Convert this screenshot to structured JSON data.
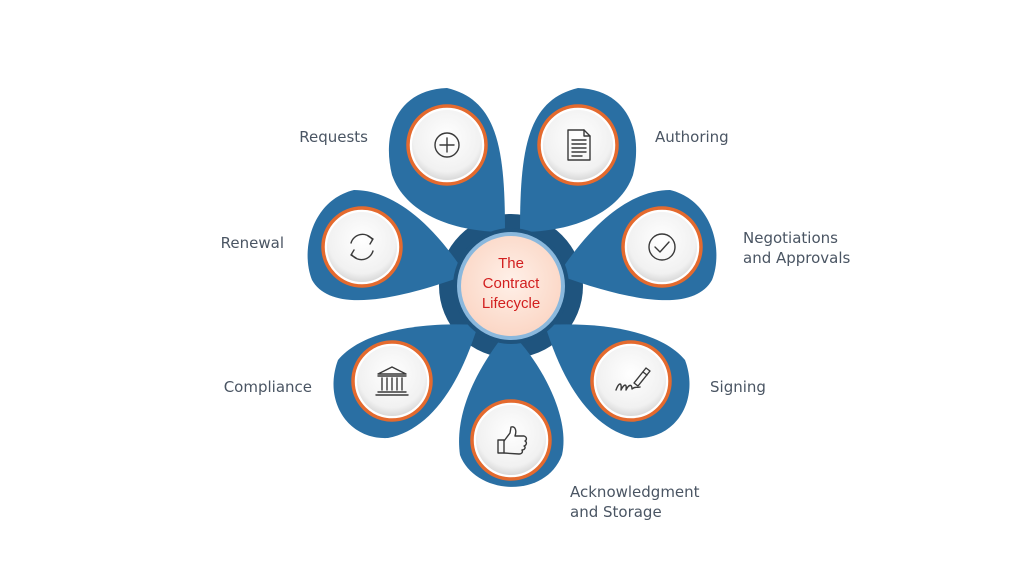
{
  "center": {
    "line1": "The",
    "line2": "Contract",
    "line3": "Lifecycle"
  },
  "stages": [
    {
      "line1": "Requests",
      "line2": "",
      "icon": "plus-circle-icon"
    },
    {
      "line1": "Authoring",
      "line2": "",
      "icon": "document-icon"
    },
    {
      "line1": "Negotiations",
      "line2": "and Approvals",
      "icon": "check-circle-icon"
    },
    {
      "line1": "Signing",
      "line2": "",
      "icon": "signature-pen-icon"
    },
    {
      "line1": "Acknowledgment",
      "line2": "and Storage",
      "icon": "thumbs-up-icon"
    },
    {
      "line1": "Compliance",
      "line2": "",
      "icon": "bank-building-icon"
    },
    {
      "line1": "Renewal",
      "line2": "",
      "icon": "refresh-cycle-icon"
    }
  ],
  "colors": {
    "petal": "#2a6fa3",
    "ring": "#e46a2e",
    "center_fill": "#fde1d4",
    "center_text": "#d21f1f",
    "label_text": "#4a5563"
  }
}
